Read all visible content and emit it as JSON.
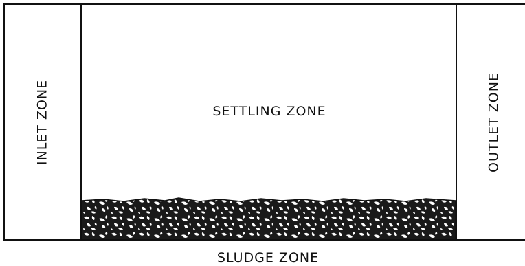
{
  "diagram": {
    "zones": {
      "inlet": "INLET ZONE",
      "settling": "SETTLING ZONE",
      "outlet": "OUTLET ZONE",
      "sludge": "SLUDGE ZONE"
    }
  }
}
